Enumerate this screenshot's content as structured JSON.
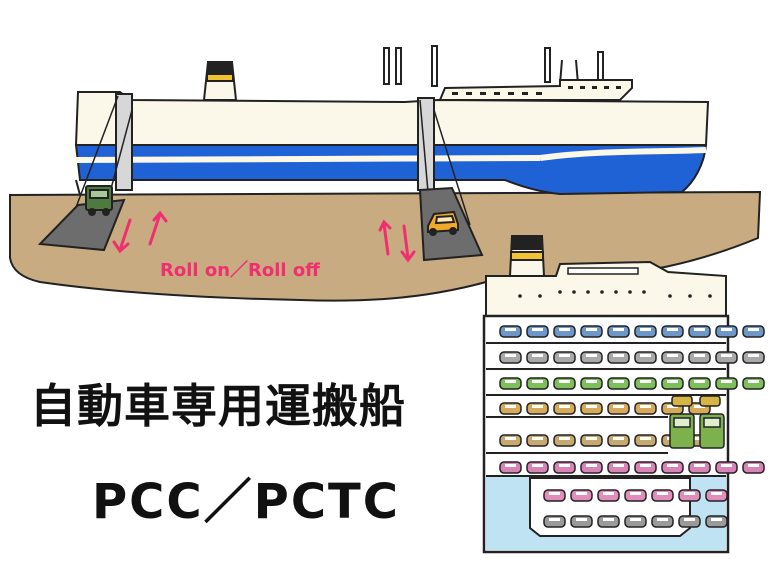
{
  "labels": {
    "roro": "Roll on／Roll off",
    "title_jp": "自動車専用運搬船",
    "title_en": "PCC／PCTC"
  },
  "colors": {
    "hull_blue": "#1f62d6",
    "superstructure": "#fbf8ea",
    "ground": "#c8ab80",
    "accent_pink": "#ef2f70",
    "water": "#bfe3f2",
    "funnel_yellow": "#f2c230",
    "ramp_gray": "#6d6d6d"
  },
  "icons": [
    "truck-icon",
    "car-icon",
    "up-down-arrow-icon"
  ],
  "deck_rows": [
    [
      "#6d97c9",
      "#6d97c9",
      "#6d97c9",
      "#6d97c9",
      "#6d97c9",
      "#6d97c9",
      "#6d97c9",
      "#6d97c9",
      "#6d97c9",
      "#6d97c9"
    ],
    [
      "#a9a9a9",
      "#a9a9a9",
      "#a9a9a9",
      "#a9a9a9",
      "#a9a9a9",
      "#a9a9a9",
      "#a9a9a9",
      "#a9a9a9",
      "#a9a9a9",
      "#a9a9a9"
    ],
    [
      "#7dbf58",
      "#7dbf58",
      "#7dbf58",
      "#7dbf58",
      "#7dbf58",
      "#7dbf58",
      "#7dbf58",
      "#7dbf58",
      "#7dbf58",
      "#7dbf58"
    ],
    [
      "#d6a95b",
      "#d6a95b",
      "#d6a95b",
      "#d6a95b",
      "#d6a95b",
      "#d6a95b",
      "#d6a95b",
      "#d6a95b"
    ],
    [
      "#c7a86f",
      "#c7a86f",
      "#c7a86f",
      "#c7a86f",
      "#c7a86f",
      "#c7a86f",
      "#c7a86f",
      "#c7a86f"
    ],
    [
      "#d983b7",
      "#d983b7",
      "#d983b7",
      "#d983b7",
      "#d983b7",
      "#d983b7",
      "#d983b7",
      "#d983b7",
      "#d983b7",
      "#d983b7"
    ],
    [
      "#e28ebd",
      "#e28ebd",
      "#e28ebd",
      "#e28ebd",
      "#e28ebd",
      "#e28ebd",
      "#e28ebd"
    ],
    [
      "#9a9a9a",
      "#9a9a9a",
      "#9a9a9a",
      "#9a9a9a",
      "#9a9a9a",
      "#9a9a9a",
      "#9a9a9a"
    ]
  ]
}
